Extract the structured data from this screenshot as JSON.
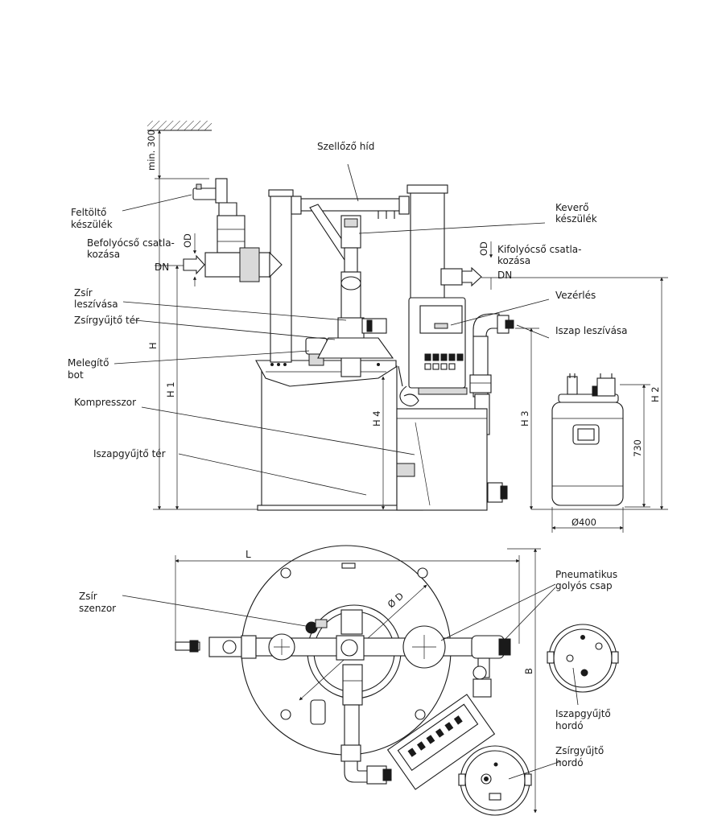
{
  "labels": {
    "min300": "min. 300",
    "szellozo": "Szellőző híd",
    "feltolto1": "Feltöltő",
    "feltolto2": "készülék",
    "befolyo1": "Befolyócső csatla-",
    "befolyo2": "kozása",
    "od_left": "OD",
    "dn_left": "DN",
    "zsir_lesz1": "Zsír",
    "zsir_lesz2": "leszívása",
    "zsirgyujto_ter": "Zsírgyűjtő tér",
    "melegito1": "Melegítő",
    "melegito2": "bot",
    "kompresszor": "Kompresszor",
    "iszapgyujto_ter": "Iszapgyűjtő tér",
    "kevero1": "Keverő",
    "kevero2": "készülék",
    "kifolyo1": "Kifolyócső csatla-",
    "kifolyo2": "kozása",
    "od_right": "OD",
    "dn_right": "DN",
    "vezerles": "Vezérlés",
    "iszap_lesz": "Iszap leszívása",
    "h": "H",
    "h1": "H 1",
    "h2": "H 2",
    "h3": "H 3",
    "h4": "H 4",
    "d730": "730",
    "d400": "Ø400",
    "l": "L",
    "b": "B",
    "od_circle": "Ø D",
    "zsir_szenzor1": "Zsír",
    "zsir_szenzor2": "szenzor",
    "pneu1": "Pneumatikus",
    "pneu2": "golyós csap",
    "iszap_hordo1": "Iszapgyűjtő",
    "iszap_hordo2": "hordó",
    "zsir_hordo1": "Zsírgyűjtő",
    "zsir_hordo2": "hordó"
  }
}
